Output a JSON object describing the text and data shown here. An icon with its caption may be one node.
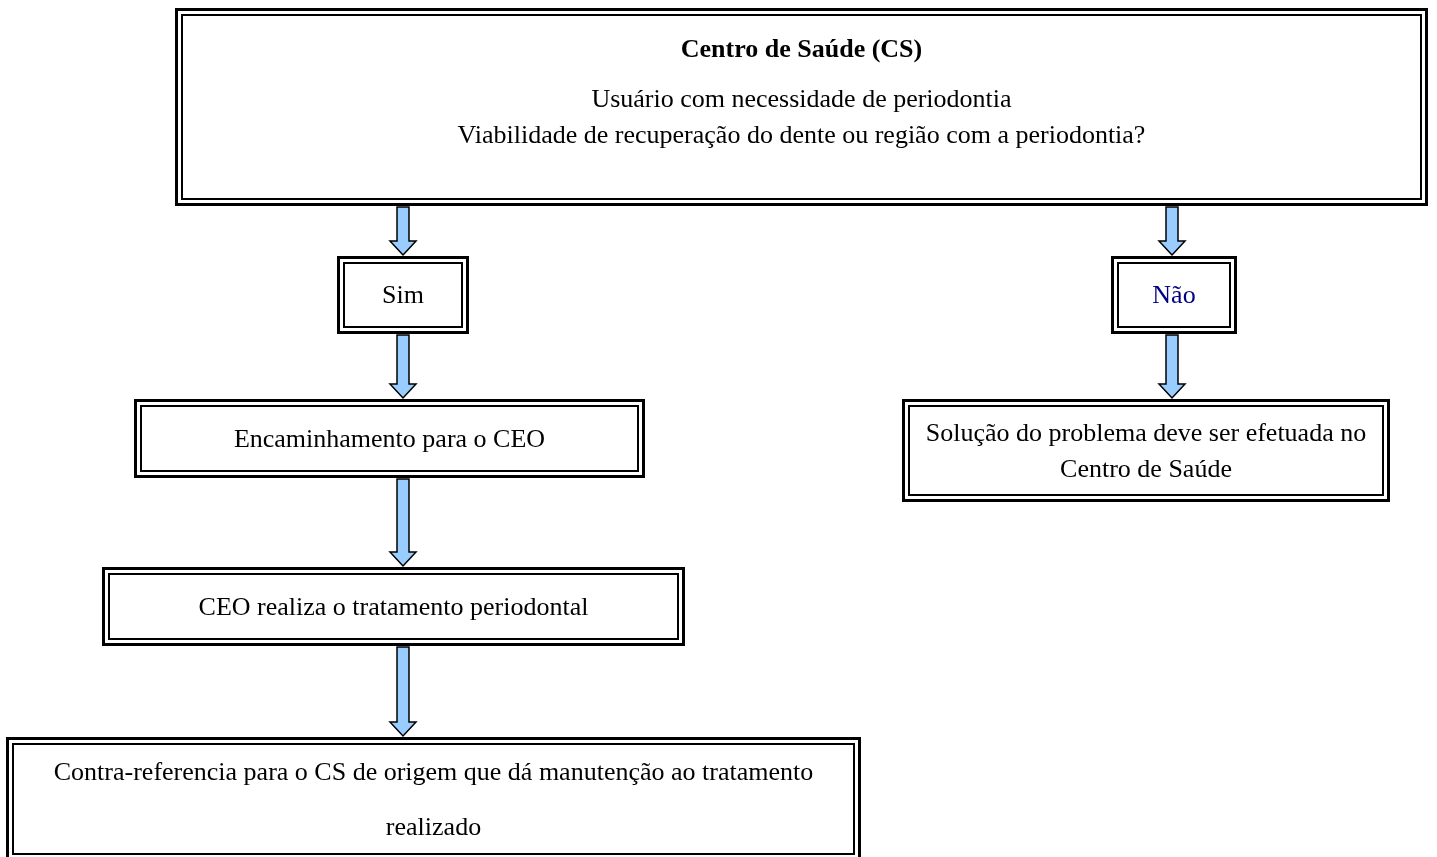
{
  "diagram": {
    "nodes": [
      {
        "text": [
          "Centro de Saúde (CS)",
          "Usuário com necessidade de periodontia",
          "Viabilidade de recuperação do dente ou região com a periodontia?"
        ]
      },
      {
        "text": [
          "Sim"
        ]
      },
      {
        "text": [
          "Não"
        ]
      },
      {
        "text": [
          "Encaminhamento para o CEO"
        ]
      },
      {
        "text": [
          "Solução do problema deve ser efetuada no Centro de Saúde"
        ]
      },
      {
        "text": [
          "CEO realiza o tratamento periodontal"
        ]
      },
      {
        "text": [
          "Contra-referencia para o CS de origem que dá manutenção ao tratamento realizado"
        ]
      }
    ],
    "edges": [
      {
        "from": 0,
        "to": 1,
        "arrow": "to"
      },
      {
        "from": 0,
        "to": 2,
        "arrow": "to"
      },
      {
        "from": 1,
        "to": 3,
        "arrow": "to"
      },
      {
        "from": 2,
        "to": 4,
        "arrow": "to"
      },
      {
        "from": 3,
        "to": 5,
        "arrow": "to"
      },
      {
        "from": 5,
        "to": 6,
        "arrow": "to"
      }
    ]
  }
}
